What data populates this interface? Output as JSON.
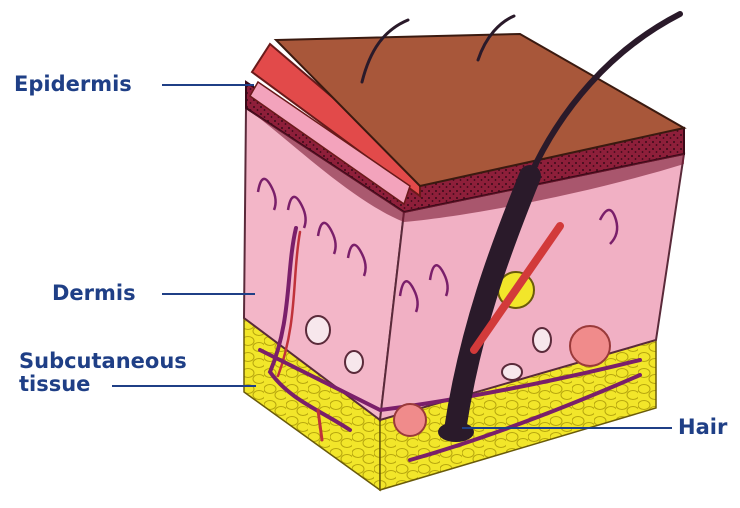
{
  "labels": {
    "epidermis": "Epidermis",
    "dermis": "Dermis",
    "subcutaneous_line1": "Subcutaneous",
    "subcutaneous_line2": "tissue",
    "hair": "Hair"
  },
  "colors": {
    "label_text": "#1f3f86",
    "leader_line": "#1f3f86",
    "surface": "#a8573a",
    "epidermis_layer": "#8e1f3a",
    "dermis": "#f3b6c8",
    "fat": "#f2e62a",
    "hair": "#2a1a2a",
    "vessel": "#7a1f6a"
  }
}
